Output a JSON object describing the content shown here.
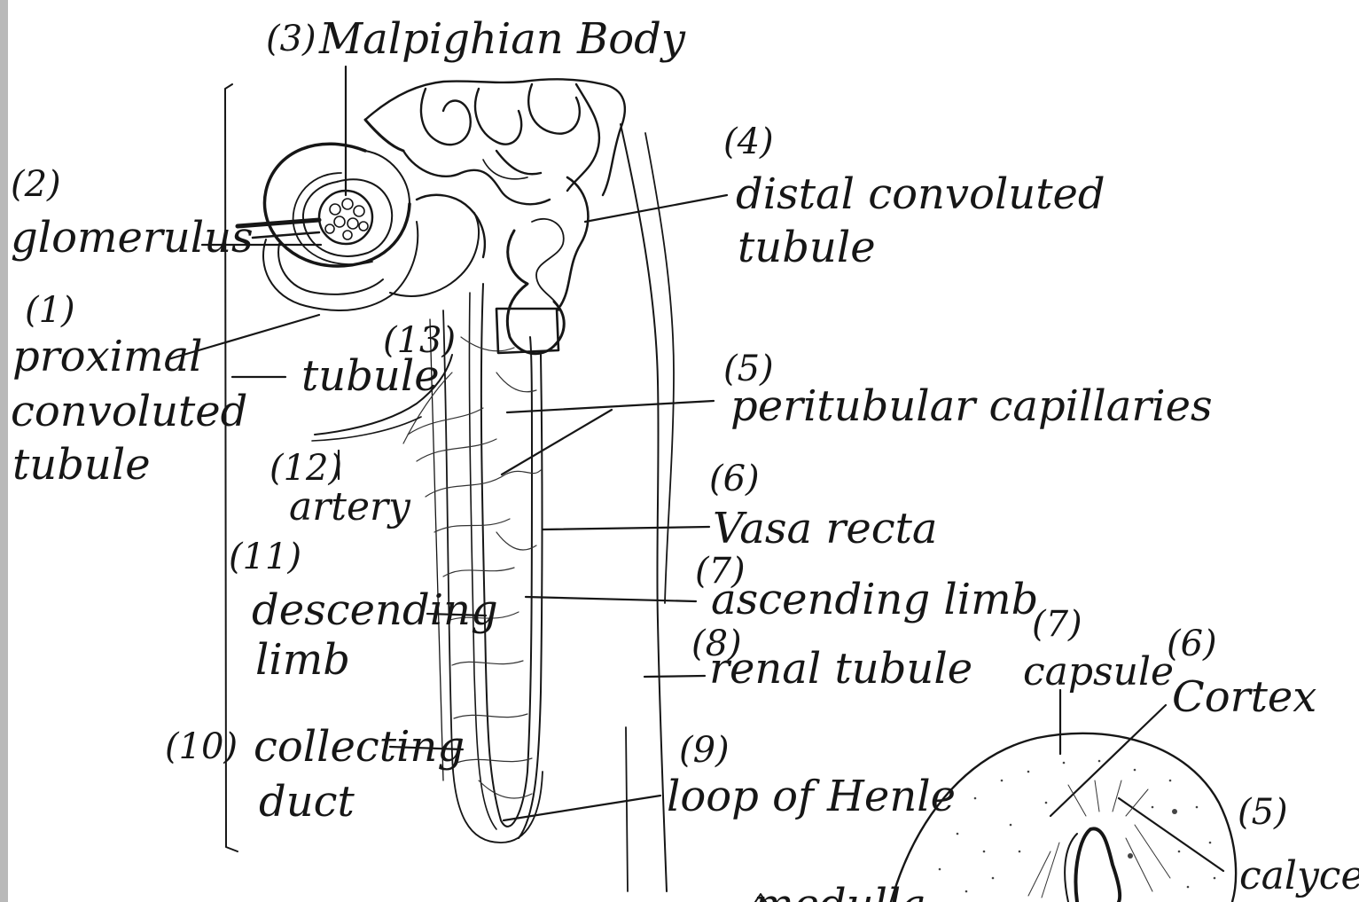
{
  "labels": {
    "malpighian_num": "(3)",
    "malpighian": "Malpighian Body",
    "glomerulus_num": "(2)",
    "glomerulus": "glomerulus",
    "pct_num": "(1)",
    "pct_line1": "proximal",
    "pct_line2": "convoluted",
    "pct_line3": "tubule",
    "tubule_num": "(13)",
    "tubule": "tubule",
    "artery_num": "(12)",
    "artery": "artery",
    "desc_num": "(11)",
    "desc_line1": "descending",
    "desc_line2": "limb",
    "cd_num": "(10)",
    "cd_line1": "collecting",
    "cd_line2": "duct",
    "dct_num": "(4)",
    "dct_line1": "distal convoluted",
    "dct_line2": "tubule",
    "ptc_num": "(5)",
    "ptc": "peritubular capillaries",
    "vasa_num": "(6)",
    "vasa": "Vasa recta",
    "asc_num": "(7)",
    "asc": "ascending limb",
    "renal_num": "(8)",
    "renal": "renal tubule",
    "loop_num": "(9)",
    "loop": "loop of Henle",
    "capsule_num": "(7)",
    "capsule": "capsule",
    "cortex_num": "(6)",
    "cortex": "Cortex",
    "calyces_num": "(5)",
    "calyces": "calyces",
    "medulla_partial": "medulla"
  },
  "colors": {
    "ink": "#161616",
    "paper": "#ffffff",
    "edge": "#b9b9b9"
  }
}
